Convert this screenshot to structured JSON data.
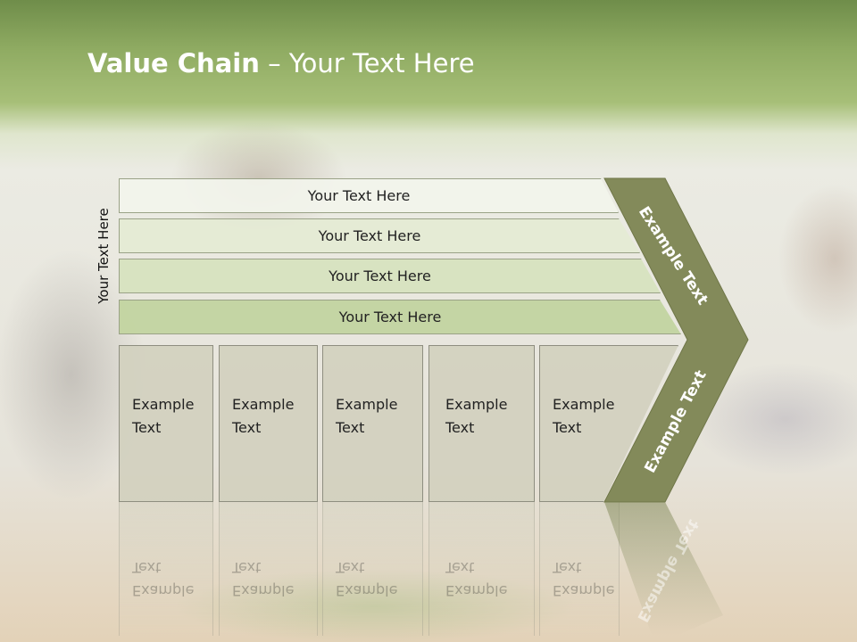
{
  "slide": {
    "title_bold": "Value Chain",
    "title_rest": " – Your Text Here",
    "side_label": "Your Text Here",
    "rows": [
      {
        "label": "Your Text Here"
      },
      {
        "label": "Your Text Here"
      },
      {
        "label": "Your Text Here"
      },
      {
        "label": "Your Text Here"
      }
    ],
    "boxes": [
      {
        "line1": "Example",
        "line2": "Text"
      },
      {
        "line1": "Example",
        "line2": "Text"
      },
      {
        "line1": "Example",
        "line2": "Text"
      },
      {
        "line1": "Example",
        "line2": "Text"
      },
      {
        "line1": "Example",
        "line2": "Text"
      }
    ],
    "chevron_top_label": "Example Text",
    "chevron_bottom_label": "Example Text"
  },
  "colors": {
    "header_green": "#8fab62",
    "chevron_olive": "#838a5a",
    "box_fill": "#d2d1be"
  }
}
